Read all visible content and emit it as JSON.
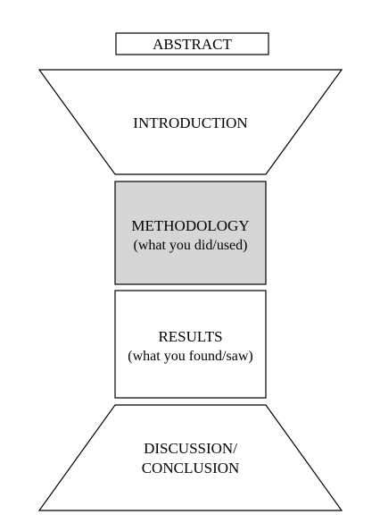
{
  "diagram": {
    "abstract": {
      "label": "ABSTRACT"
    },
    "introduction": {
      "label": "INTRODUCTION"
    },
    "methodology": {
      "label": "METHODOLOGY",
      "sublabel": "(what you did/used)",
      "fill": "#d6d6d6"
    },
    "results": {
      "label": "RESULTS",
      "sublabel": "(what you found/saw)"
    },
    "discussion": {
      "line1": "DISCUSSION/",
      "line2": "CONCLUSION"
    }
  }
}
